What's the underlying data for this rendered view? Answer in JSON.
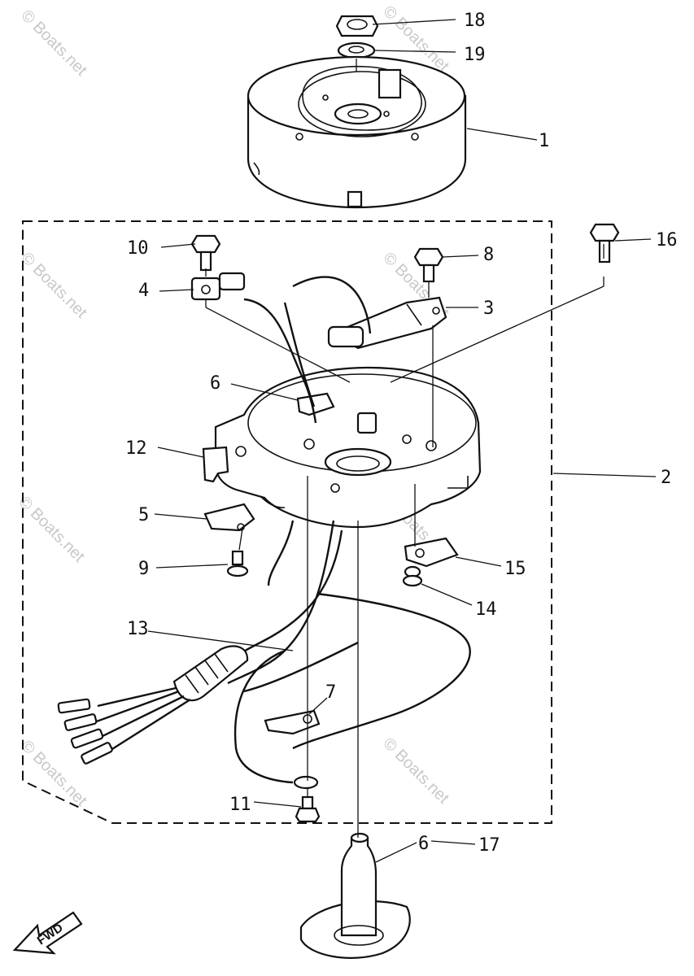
{
  "callouts": [
    "18",
    "19",
    "1",
    "10",
    "8",
    "16",
    "4",
    "3",
    "6",
    "12",
    "2",
    "5",
    "15",
    "9",
    "14",
    "13",
    "7",
    "11",
    "6",
    "17"
  ],
  "fwd_label": "FWD",
  "watermark": "© Boats.net"
}
